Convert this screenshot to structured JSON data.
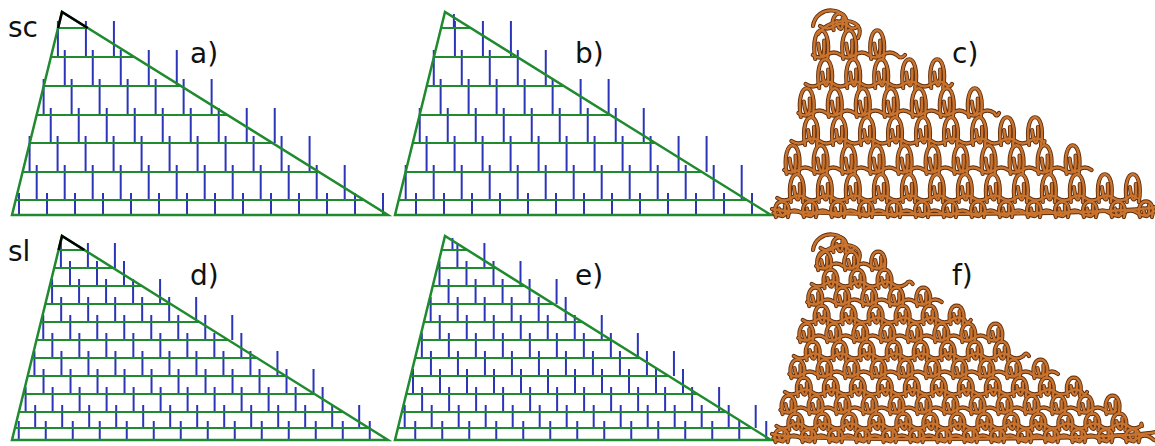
{
  "diagram": {
    "labels": [
      "sc",
      "a)",
      "b)",
      "c)",
      "sl",
      "d)",
      "e)",
      "f)"
    ]
  }
}
